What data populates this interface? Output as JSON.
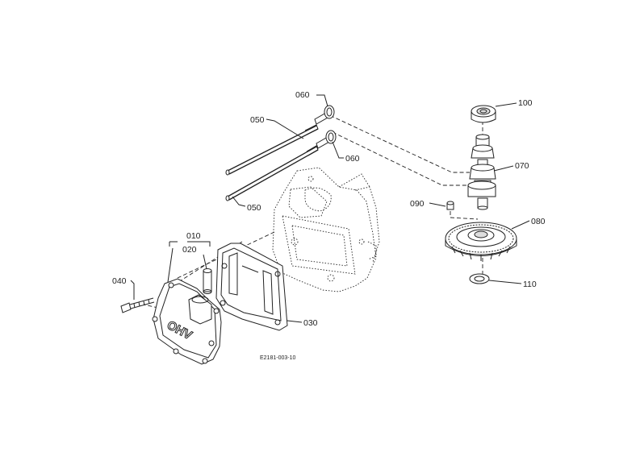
{
  "parts": {
    "p010": "010",
    "p020": "020",
    "p030": "030",
    "p040": "040",
    "p050a": "050",
    "p050b": "050",
    "p060a": "060",
    "p060b": "060",
    "p070": "070",
    "p080": "080",
    "p090": "090",
    "p100": "100",
    "p110": "110"
  },
  "cover_emblem": "OHV",
  "drawing_code": "E2181-003-10"
}
